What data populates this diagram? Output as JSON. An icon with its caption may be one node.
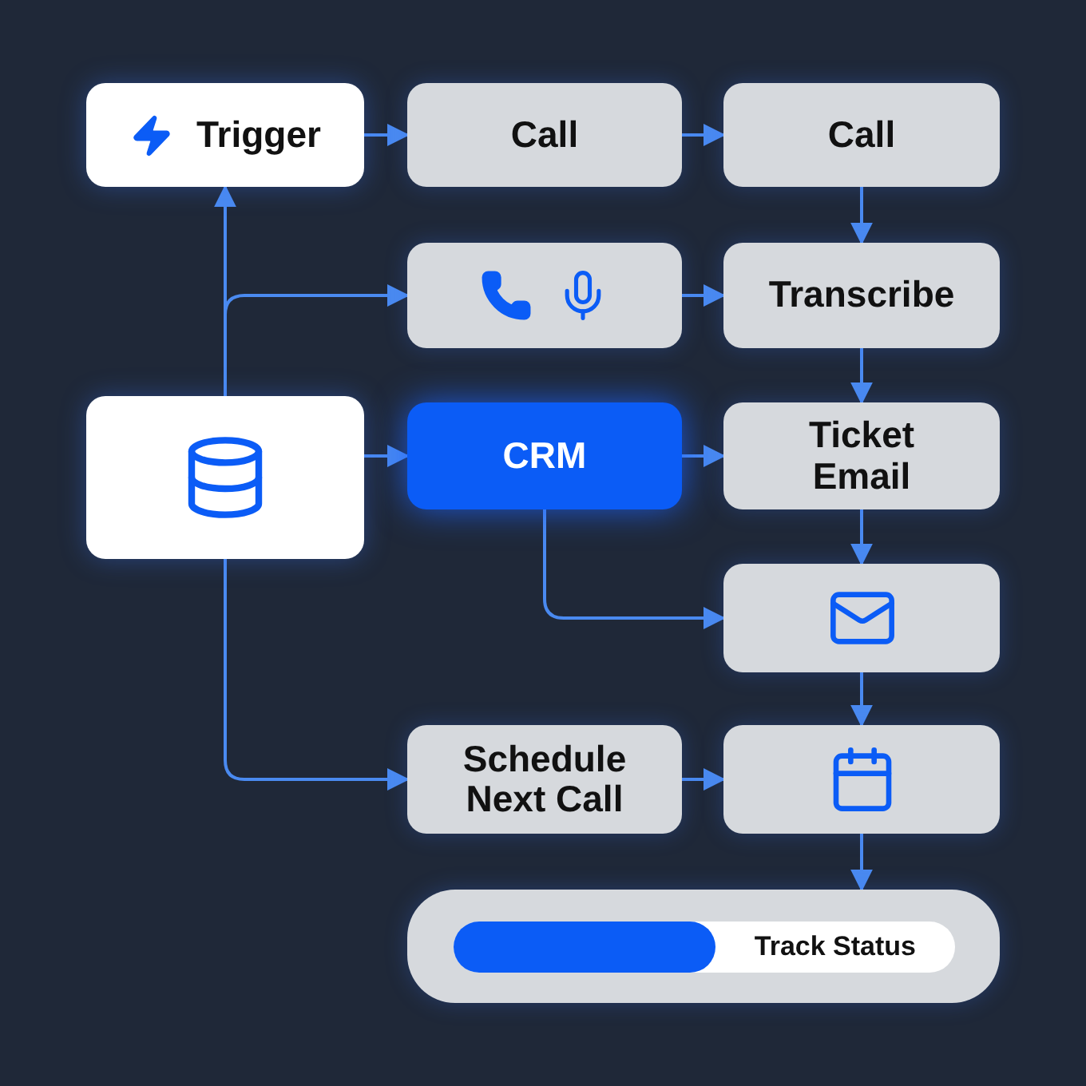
{
  "diagram": {
    "nodes": [
      {
        "text": [
          "Trigger"
        ]
      },
      {
        "text": [
          "Call"
        ]
      },
      {
        "text": [
          "Call"
        ]
      },
      {
        "text": [],
        "shape": "box"
      },
      {
        "text": [
          "Transcribe"
        ]
      },
      {
        "text": [],
        "shape": "box"
      },
      {
        "text": [
          "CRM"
        ]
      },
      {
        "text": [
          "Ticket Email"
        ]
      },
      {
        "text": [],
        "shape": "box"
      },
      {
        "text": [
          "Schedule Next Call"
        ]
      },
      {
        "text": [],
        "shape": "box"
      },
      {
        "text": [
          "Track Status"
        ]
      }
    ],
    "edges": [
      {
        "from": 0,
        "to": 1,
        "arrow": "to"
      },
      {
        "from": 1,
        "to": 2,
        "arrow": "to"
      },
      {
        "from": 2,
        "to": 4,
        "arrow": "to"
      },
      {
        "from": 5,
        "to": 0,
        "arrow": "to"
      },
      {
        "from": 5,
        "to": 3,
        "arrow": "to"
      },
      {
        "from": 3,
        "to": 4,
        "arrow": "to"
      },
      {
        "from": 4,
        "to": 7,
        "arrow": "to"
      },
      {
        "from": 5,
        "to": 6,
        "arrow": "to"
      },
      {
        "from": 6,
        "to": 7,
        "arrow": "to"
      },
      {
        "from": 6,
        "to": 8,
        "arrow": "to"
      },
      {
        "from": 7,
        "to": 8,
        "arrow": "to"
      },
      {
        "from": 5,
        "to": 9,
        "arrow": "to"
      },
      {
        "from": 9,
        "to": 10,
        "arrow": "to"
      },
      {
        "from": 8,
        "to": 10,
        "arrow": "to"
      },
      {
        "from": 10,
        "to": 11,
        "arrow": "to"
      }
    ]
  }
}
